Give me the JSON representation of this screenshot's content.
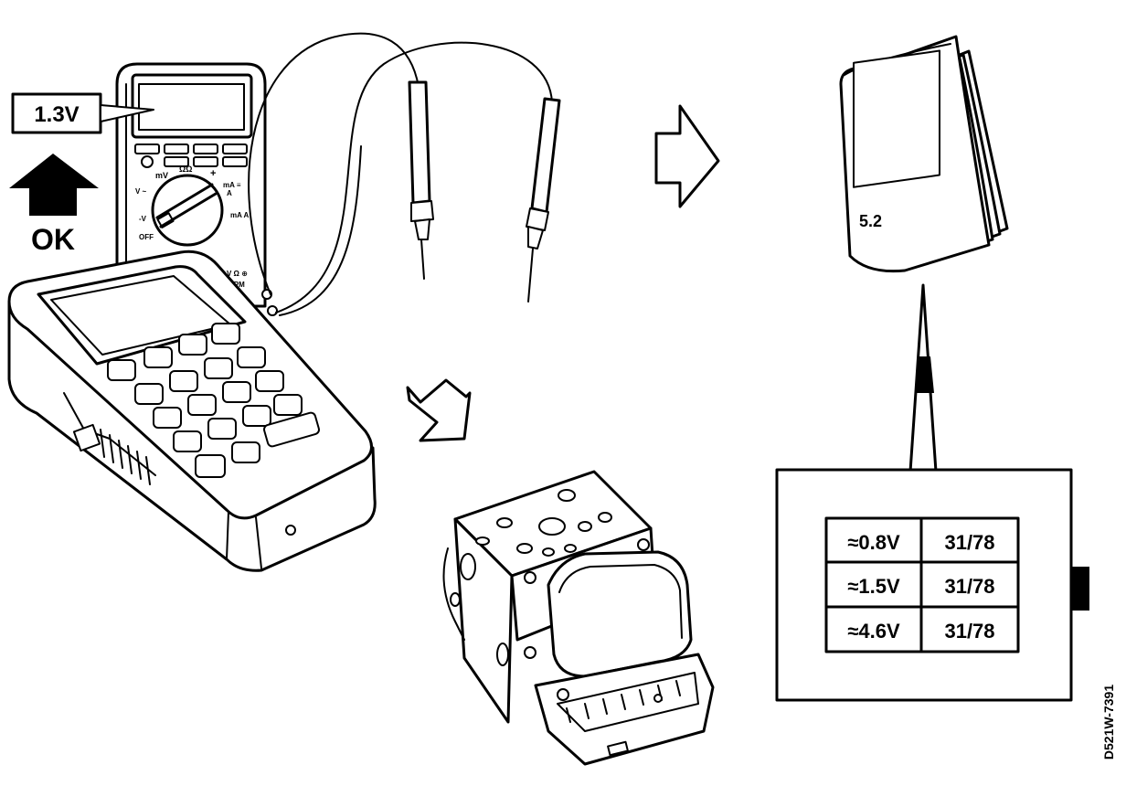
{
  "multimeter": {
    "reading": "1.3V",
    "status": "OK",
    "dial_labels": {
      "mv": "mV",
      "ohm": "ΩΩ",
      "plus": "+",
      "ma_right": "mA ≡",
      "a_right": "A",
      "ma_a_bottom": "mA A",
      "v_ac": "V ~",
      "minus_v": "-V",
      "off": "OFF",
      "jack_label": "V Ω ⊕",
      "rpm": "RPM"
    }
  },
  "manual": {
    "section": "5.2"
  },
  "spec_table": {
    "rows": [
      {
        "voltage": "≈0.8V",
        "code": "31/78"
      },
      {
        "voltage": "≈1.5V",
        "code": "31/78"
      },
      {
        "voltage": "≈4.6V",
        "code": "31/78"
      }
    ]
  },
  "figure_id": "D521W-7391",
  "colors": {
    "ink": "#000000",
    "paper": "#ffffff"
  },
  "icons": {
    "up_arrow": "solid-up-arrow-icon",
    "right_arrow": "outline-right-arrow-icon",
    "down_arrow": "outline-down-left-arrow-icon",
    "left_arrow": "solid-left-arrow-icon"
  }
}
